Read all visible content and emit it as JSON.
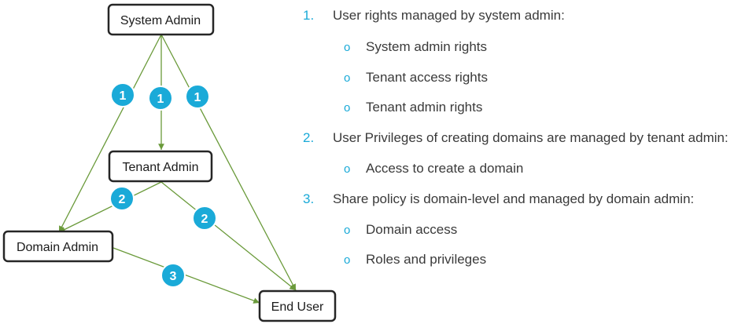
{
  "diagram": {
    "nodes": [
      {
        "id": "system-admin",
        "label": "System Admin"
      },
      {
        "id": "tenant-admin",
        "label": "Tenant Admin"
      },
      {
        "id": "domain-admin",
        "label": "Domain Admin"
      },
      {
        "id": "end-user",
        "label": "End User"
      }
    ],
    "edges": [
      {
        "from": "system-admin",
        "to": "domain-admin",
        "badge": "1"
      },
      {
        "from": "system-admin",
        "to": "tenant-admin",
        "badge": "1"
      },
      {
        "from": "system-admin",
        "to": "end-user",
        "badge": "1"
      },
      {
        "from": "tenant-admin",
        "to": "domain-admin",
        "badge": "2"
      },
      {
        "from": "tenant-admin",
        "to": "end-user",
        "badge": "2"
      },
      {
        "from": "domain-admin",
        "to": "end-user",
        "badge": "3"
      }
    ],
    "colors": {
      "edge": "#6a9a3a",
      "badge": "#1aaad8",
      "box_border": "#262626"
    }
  },
  "list": {
    "items": [
      {
        "number": "1.",
        "text": "User rights managed by system admin:",
        "subitems": [
          "System admin rights",
          "Tenant access rights",
          "Tenant admin rights"
        ]
      },
      {
        "number": "2.",
        "text": "User Privileges of creating domains are managed by tenant admin:",
        "subitems": [
          "Access to create a domain"
        ]
      },
      {
        "number": "3.",
        "text": "Share policy is domain-level and managed by domain admin:",
        "subitems": [
          "Domain access",
          "Roles and privileges"
        ]
      }
    ],
    "bullet": "o"
  }
}
